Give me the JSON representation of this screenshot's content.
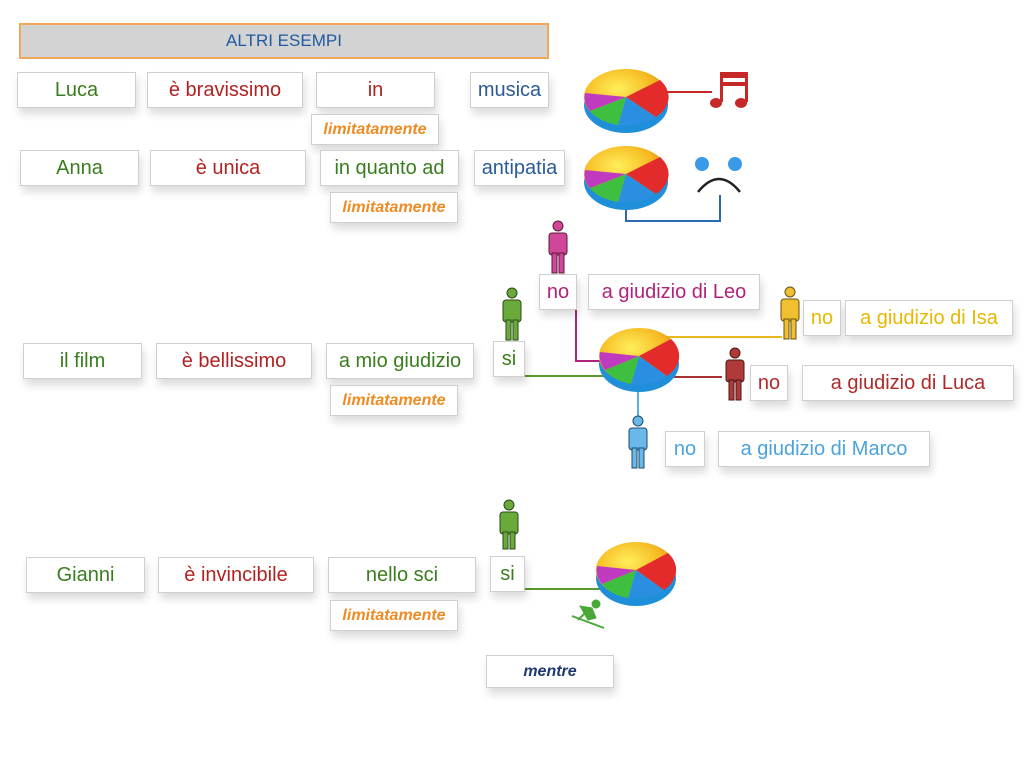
{
  "title": "ALTRI ESEMPI",
  "row1": {
    "subject": "Luca",
    "verb": "è bravissimo",
    "prep": "in",
    "noun": "musica",
    "tag": "limitatamente"
  },
  "row2": {
    "subject": "Anna",
    "verb": "è unica",
    "prep": "in quanto ad",
    "noun": "antipatia",
    "tag": "limitatamente"
  },
  "row3": {
    "subject": "il film",
    "verb": "è bellissimo",
    "prep": "a mio giudizio",
    "answer": "si",
    "tag": "limitatamente",
    "opinions": [
      {
        "answer": "no",
        "label": "a giudizio di Leo",
        "color": "#c0388e"
      },
      {
        "answer": "no",
        "label": "a giudizio di Isa",
        "color": "#e8b820"
      },
      {
        "answer": "no",
        "label": "a giudizio di Luca",
        "color": "#a83232"
      },
      {
        "answer": "no",
        "label": "a giudizio di Marco",
        "color": "#5aaee3"
      }
    ],
    "self_color": "#5a9a2a"
  },
  "row4": {
    "subject": "Gianni",
    "verb": "è invincibile",
    "prep": "nello sci",
    "answer": "si",
    "tag": "limitatamente"
  },
  "mentre": "mentre",
  "icons": [
    "pie-chart-icon",
    "music-note-icon",
    "frown-face-icon",
    "person-icon",
    "skier-icon"
  ]
}
